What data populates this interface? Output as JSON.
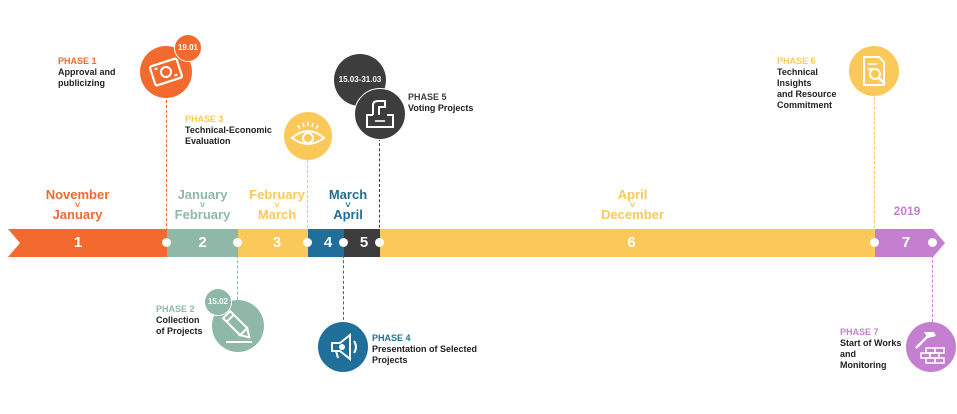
{
  "colors": {
    "p1": "#f26a2e",
    "p2": "#8fb8a8",
    "p3": "#fbc95a",
    "p4": "#1f6f9a",
    "p5": "#3d3d3d",
    "p6": "#fbc95a",
    "p7": "#c47fd0"
  },
  "timeline": {
    "segments": [
      {
        "num": "1"
      },
      {
        "num": "2"
      },
      {
        "num": "3"
      },
      {
        "num": "4"
      },
      {
        "num": "5"
      },
      {
        "num": "6"
      },
      {
        "num": "7"
      }
    ],
    "periods": {
      "p1": {
        "from": "November",
        "to": "January"
      },
      "p2": {
        "from": "January",
        "to": "February"
      },
      "p3": {
        "from": "February",
        "to": "March"
      },
      "p4": {
        "from": "March",
        "to": "April"
      },
      "p6": {
        "from": "April",
        "to": "December"
      },
      "p7": {
        "year": "2019"
      }
    }
  },
  "phases": {
    "p1": {
      "label": "PHASE 1",
      "title1": "Approval and",
      "title2": "publicizing",
      "date": "19.01",
      "icon": "money-icon"
    },
    "p2": {
      "label": "PHASE 2",
      "title1": "Collection",
      "title2": "of Projects",
      "date": "15.02",
      "icon": "pencil-icon"
    },
    "p3": {
      "label": "PHASE 3",
      "title1": "Technical-Economic",
      "title2": "Evaluation",
      "icon": "eye-icon"
    },
    "p4": {
      "label": "PHASE 4",
      "title1": "Presentation of Selected",
      "title2": "Projects",
      "icon": "megaphone-icon"
    },
    "p5": {
      "label": "PHASE 5",
      "title1": "Voting Projects",
      "date": "15.03-31.03",
      "icon": "ballot-icon"
    },
    "p6": {
      "label": "PHASE 6",
      "title1": "Technical",
      "title2": "Insights",
      "title3": "and Resource",
      "title4": "Commitment",
      "icon": "document-search-icon"
    },
    "p7": {
      "label": "PHASE 7",
      "title1": "Start of Works",
      "title2": "and",
      "title3": "Monitoring",
      "icon": "hammer-bricks-icon"
    }
  }
}
